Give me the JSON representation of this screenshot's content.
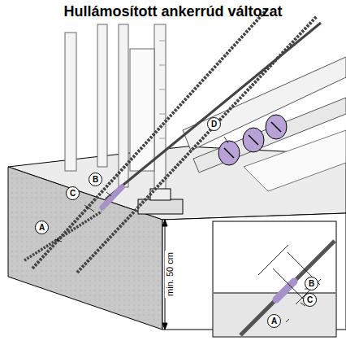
{
  "diagram": {
    "title": "Hullámosított ankerrúd változat",
    "labels": [
      "D",
      "B",
      "C",
      "A",
      "min. 50 cm",
      "B",
      "C",
      "A"
    ]
  }
}
